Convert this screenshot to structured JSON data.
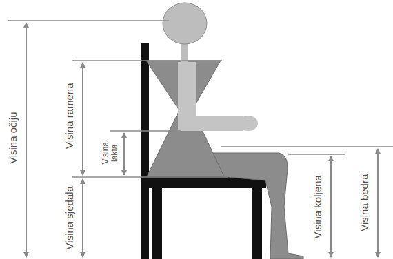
{
  "diagram": {
    "labels": [
      "Visina očiju",
      "Visina ramena",
      "Visina lakta",
      "Visina sjedala",
      "Visina koljena",
      "Visina bedra"
    ]
  }
}
